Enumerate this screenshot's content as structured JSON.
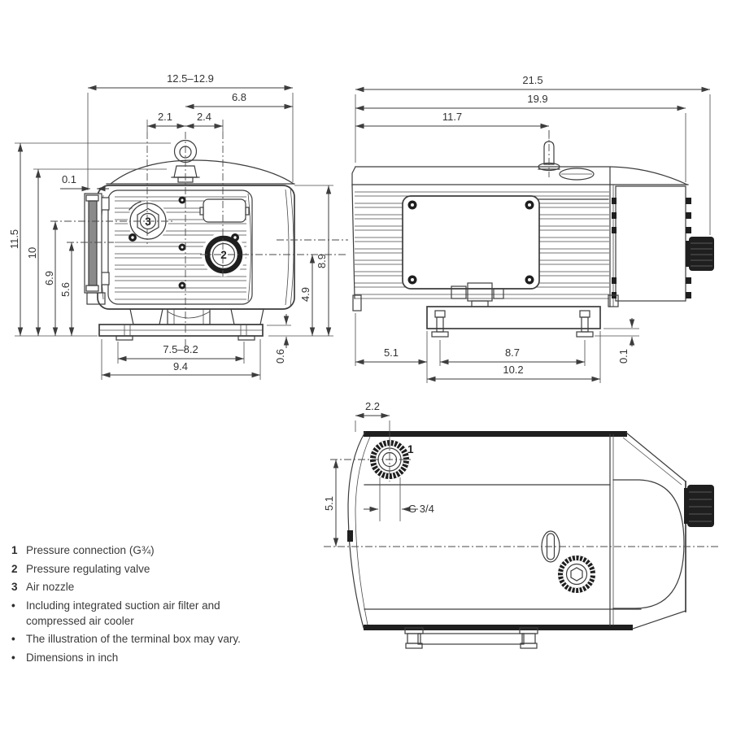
{
  "figure": {
    "type": "vacuum pump dimension drawing",
    "line_color": "#3d3d3d",
    "accent_dark": "#1f1f1f",
    "unit_note": "Dimensions in inch"
  },
  "front_view": {
    "dim_overall_width": "12.5–12.9",
    "dim_center_to_right_edge": "6.8",
    "dim_nozzle_to_center": "2.1",
    "dim_center_to_valve": "2.4",
    "dim_plate_offset": "0.1",
    "dim_total_height": "11.5",
    "dim_housing_height": "10",
    "dim_nozzle_height": "6.9",
    "dim_sight_height": "5.6",
    "dim_body_top_height": "8.9",
    "dim_valve_height": "4.9",
    "dim_base_plate_height": "0.6",
    "dim_foot_slot_span": "7.5–8.2",
    "dim_base_width": "9.4",
    "callout_valve": "2",
    "callout_nozzle": "3"
  },
  "side_view": {
    "dim_total_length": "21.5",
    "dim_housing_length": "19.9",
    "dim_gas_ballast_position": "11.7",
    "dim_front_to_base": "5.1",
    "dim_bolt_spacing": "8.7",
    "dim_base_length": "10.2",
    "dim_foot_pad_height": "0.1"
  },
  "top_view": {
    "dim_port_from_edge": "2.2",
    "dim_port_from_center": "5.1",
    "thread_label": "G 3/4",
    "callout_port": "1"
  },
  "legend": {
    "items": [
      {
        "marker": "1",
        "text": "Pressure connection (G¾)"
      },
      {
        "marker": "2",
        "text": "Pressure regulating valve"
      },
      {
        "marker": "3",
        "text": "Air nozzle"
      },
      {
        "marker": "•",
        "text": "Including integrated suction air filter and compressed air cooler"
      },
      {
        "marker": "•",
        "text": "The illustration of the terminal box may vary."
      },
      {
        "marker": "•",
        "text": "Dimensions in inch"
      }
    ]
  }
}
